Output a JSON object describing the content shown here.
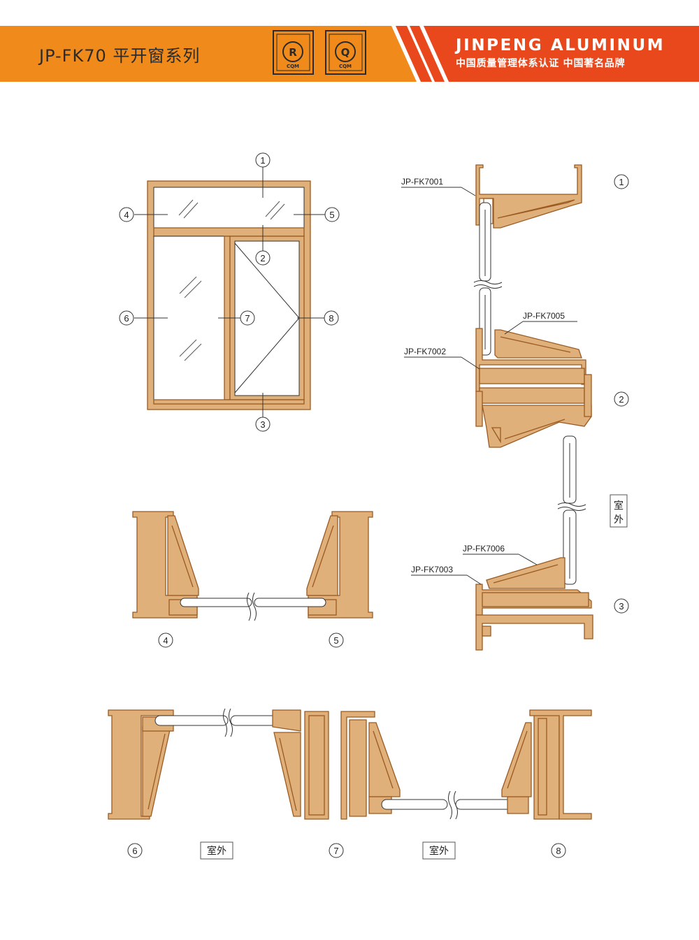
{
  "header": {
    "series_title": "JP-FK70 平开窗系列",
    "brand_name": "JINPENG ALUMINUM",
    "slogan": "中国质量管理体系认证 中国著名品牌",
    "cert_marks": [
      {
        "letter": "R",
        "label": "CQM"
      },
      {
        "letter": "Q",
        "label": "CQM"
      }
    ],
    "colors": {
      "orange": "#f08a1a",
      "red": "#e8481c",
      "profile": "#e0b07a",
      "profile_edge": "#9a5a22"
    }
  },
  "elevation": {
    "callouts": [
      "1",
      "2",
      "3",
      "4",
      "5",
      "6",
      "7",
      "8"
    ]
  },
  "vertical_section": {
    "callouts": [
      "1",
      "2",
      "3"
    ],
    "parts": [
      "JP-FK7001",
      "JP-FK7005",
      "JP-FK7002",
      "JP-FK7006",
      "JP-FK7003"
    ],
    "outdoor_label": "室外"
  },
  "mid_section": {
    "callouts": [
      "4",
      "5"
    ]
  },
  "bottom_section": {
    "callouts": [
      "6",
      "7",
      "8"
    ],
    "outdoor_labels": [
      "室外",
      "室外"
    ]
  }
}
